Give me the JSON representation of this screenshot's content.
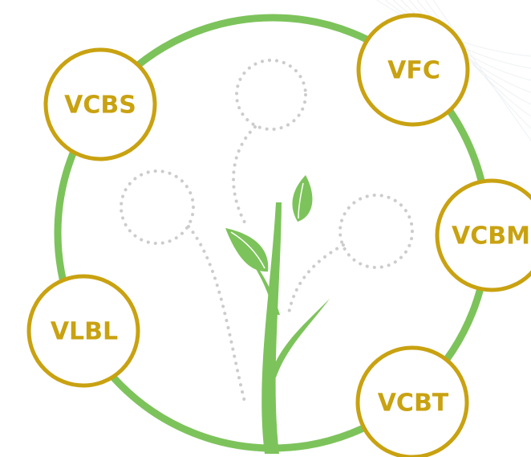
{
  "diagram": {
    "colors": {
      "ring": "#7dc35b",
      "plant": "#7dc35b",
      "node_border": "#c9a211",
      "node_text": "#c9a211",
      "node_fill": "#ffffff",
      "dotted": "#cccccc"
    },
    "nodes": [
      {
        "id": "vcbs",
        "label": "VCBS"
      },
      {
        "id": "vfc",
        "label": "VFC"
      },
      {
        "id": "vcbm",
        "label": "VCBM"
      },
      {
        "id": "vlbl",
        "label": "VLBL"
      },
      {
        "id": "vcbt",
        "label": "VCBT"
      }
    ]
  }
}
